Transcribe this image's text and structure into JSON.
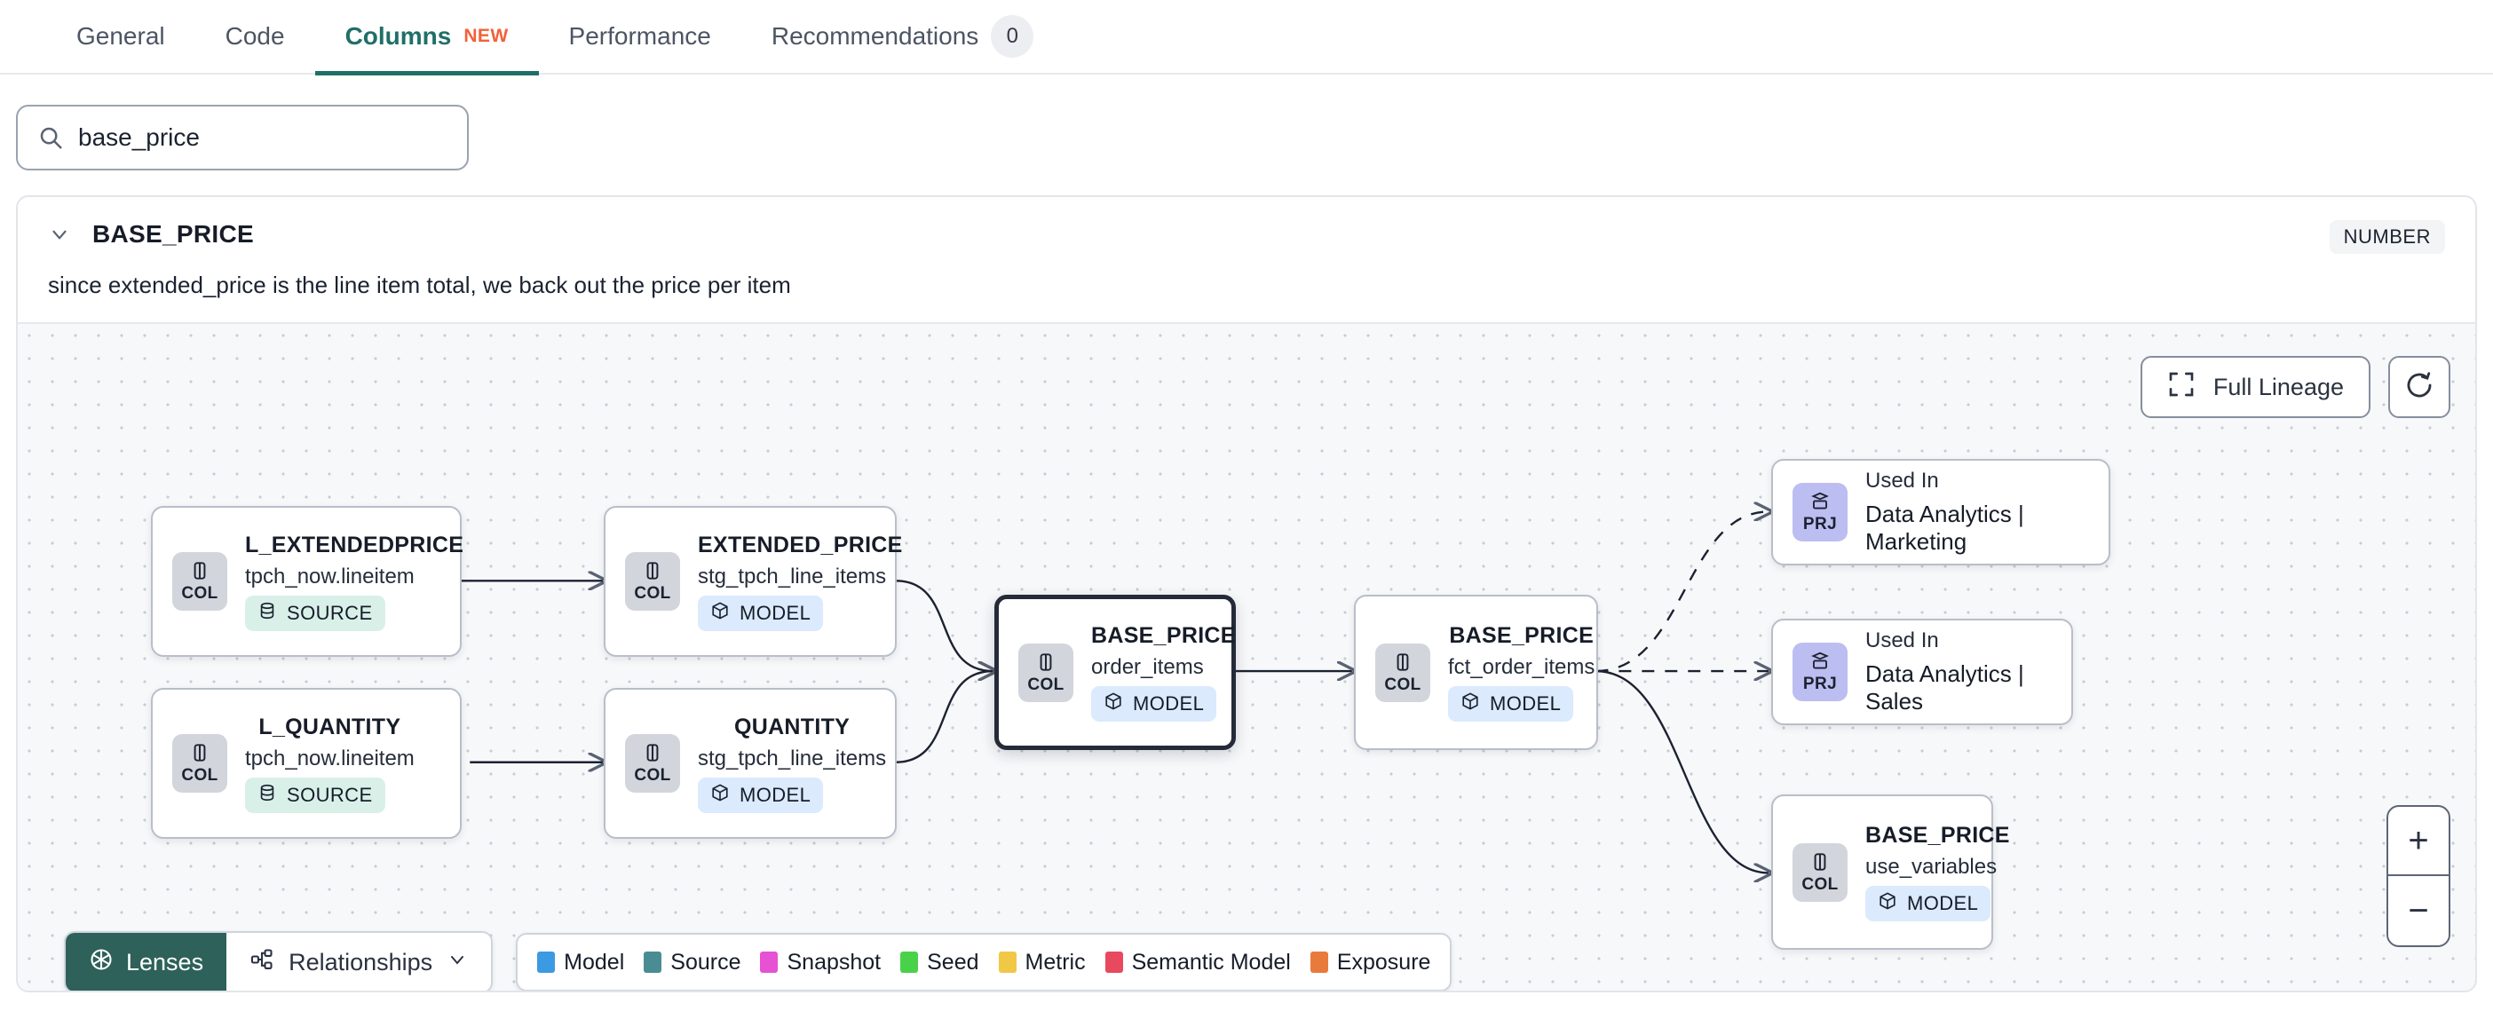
{
  "tabs": [
    {
      "label": "General",
      "badge": null,
      "active": false
    },
    {
      "label": "Code",
      "badge": null,
      "active": false
    },
    {
      "label": "Columns",
      "badge": "NEW",
      "active": true
    },
    {
      "label": "Performance",
      "badge": null,
      "active": false
    },
    {
      "label": "Recommendations",
      "count": "0",
      "active": false
    }
  ],
  "search": {
    "value": "base_price",
    "placeholder": "Search columns",
    "icon": "search-icon"
  },
  "column": {
    "name": "BASE_PRICE",
    "type_badge": "NUMBER",
    "description": "since extended_price is the line item total, we back out the price per item",
    "chevron": "chevron-down-icon"
  },
  "canvas": {
    "full_lineage_label": "Full Lineage",
    "refresh_icon": "refresh-icon",
    "expand_icon": "expand-corners-icon",
    "zoom_in": "+",
    "zoom_out": "−"
  },
  "nodes": [
    {
      "id": "l_extendedprice",
      "kind": "COL",
      "kind_icon": "column-icon",
      "title": "L_EXTENDEDPRICE",
      "subtitle": "tpch_now.lineitem",
      "materialization": "SOURCE",
      "mat_icon": "database-icon",
      "selected": false
    },
    {
      "id": "l_quantity",
      "kind": "COL",
      "kind_icon": "column-icon",
      "title": "L_QUANTITY",
      "subtitle": "tpch_now.lineitem",
      "materialization": "SOURCE",
      "mat_icon": "database-icon",
      "selected": false
    },
    {
      "id": "extended_price",
      "kind": "COL",
      "kind_icon": "column-icon",
      "title": "EXTENDED_PRICE",
      "subtitle": "stg_tpch_line_items",
      "materialization": "MODEL",
      "mat_icon": "cube-icon",
      "selected": false
    },
    {
      "id": "quantity",
      "kind": "COL",
      "kind_icon": "column-icon",
      "title": "QUANTITY",
      "subtitle": "stg_tpch_line_items",
      "materialization": "MODEL",
      "mat_icon": "cube-icon",
      "selected": false
    },
    {
      "id": "base_price_order_items",
      "kind": "COL",
      "kind_icon": "column-icon",
      "title": "BASE_PRICE",
      "subtitle": "order_items",
      "materialization": "MODEL",
      "mat_icon": "cube-icon",
      "selected": true
    },
    {
      "id": "base_price_fct_order_items",
      "kind": "COL",
      "kind_icon": "column-icon",
      "title": "BASE_PRICE",
      "subtitle": "fct_order_items",
      "materialization": "MODEL",
      "mat_icon": "cube-icon",
      "selected": false
    },
    {
      "id": "base_price_use_variables",
      "kind": "COL",
      "kind_icon": "column-icon",
      "title": "BASE_PRICE",
      "subtitle": "use_variables",
      "materialization": "MODEL",
      "mat_icon": "cube-icon",
      "selected": false
    }
  ],
  "project_nodes": [
    {
      "id": "prj_marketing",
      "kind": "PRJ",
      "kind_icon": "project-stack-icon",
      "used_in_label": "Used In",
      "project": "Data Analytics | Marketing"
    },
    {
      "id": "prj_sales",
      "kind": "PRJ",
      "kind_icon": "project-stack-icon",
      "used_in_label": "Used In",
      "project": "Data Analytics | Sales"
    }
  ],
  "toolbar": {
    "lenses_label": "Lenses",
    "lenses_icon": "aperture-icon",
    "relationships_label": "Relationships",
    "relationships_icon": "relationships-icon",
    "relationships_chevron": "chevron-down-icon"
  },
  "legend": [
    {
      "label": "Model",
      "color": "#3b9ae1"
    },
    {
      "label": "Source",
      "color": "#4a8c94"
    },
    {
      "label": "Snapshot",
      "color": "#e751d4"
    },
    {
      "label": "Seed",
      "color": "#4ad14a"
    },
    {
      "label": "Metric",
      "color": "#f0c846"
    },
    {
      "label": "Semantic Model",
      "color": "#e8495e"
    },
    {
      "label": "Exposure",
      "color": "#e87b3c"
    }
  ],
  "colors": {
    "accent_teal": "#1f6f68",
    "lenses_bg": "#2d6159",
    "new_badge": "#f0623a"
  }
}
